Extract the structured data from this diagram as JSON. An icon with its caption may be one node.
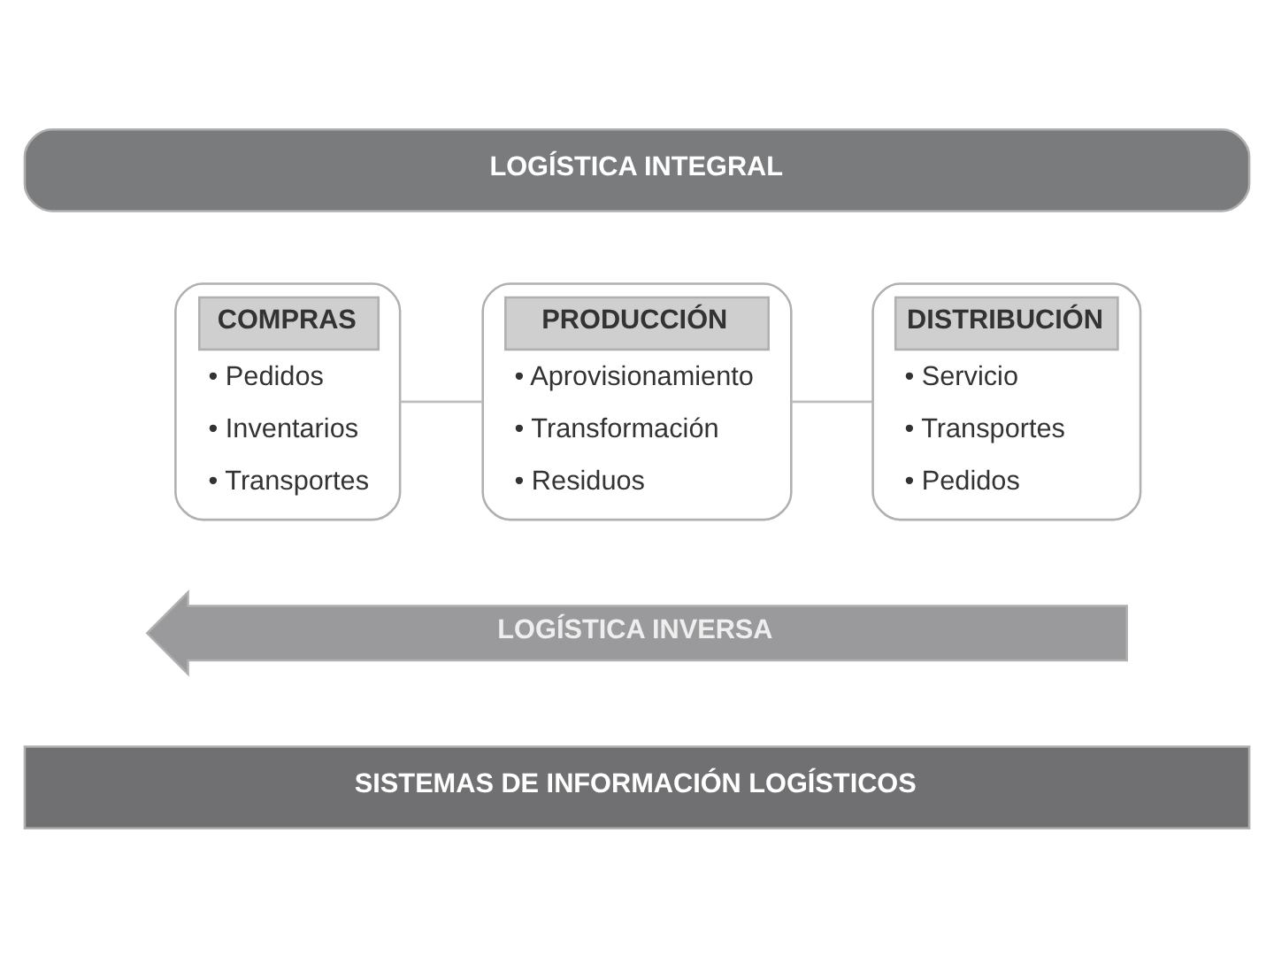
{
  "diagram": {
    "nodes": [
      {
        "text": [
          "LOGÍSTICA INTEGRAL"
        ]
      },
      {
        "text": [
          "COMPRAS",
          "• Pedidos",
          "• Inventarios",
          "• Transportes"
        ]
      },
      {
        "text": [
          "PRODUCCIÓN",
          "• Aprovisionamiento",
          "• Transformación",
          "• Residuos"
        ]
      },
      {
        "text": [
          "DISTRIBUCIÓN",
          "• Servicio",
          "• Transportes",
          "• Pedidos"
        ]
      },
      {
        "text": [
          "LOGÍSTICA INVERSA"
        ]
      },
      {
        "text": [
          "SISTEMAS DE INFORMACIÓN LOGÍSTICOS"
        ]
      }
    ],
    "edges": [
      {
        "from": 1,
        "to": 2,
        "arrow": "none"
      },
      {
        "from": 2,
        "to": 3,
        "arrow": "none"
      }
    ]
  }
}
